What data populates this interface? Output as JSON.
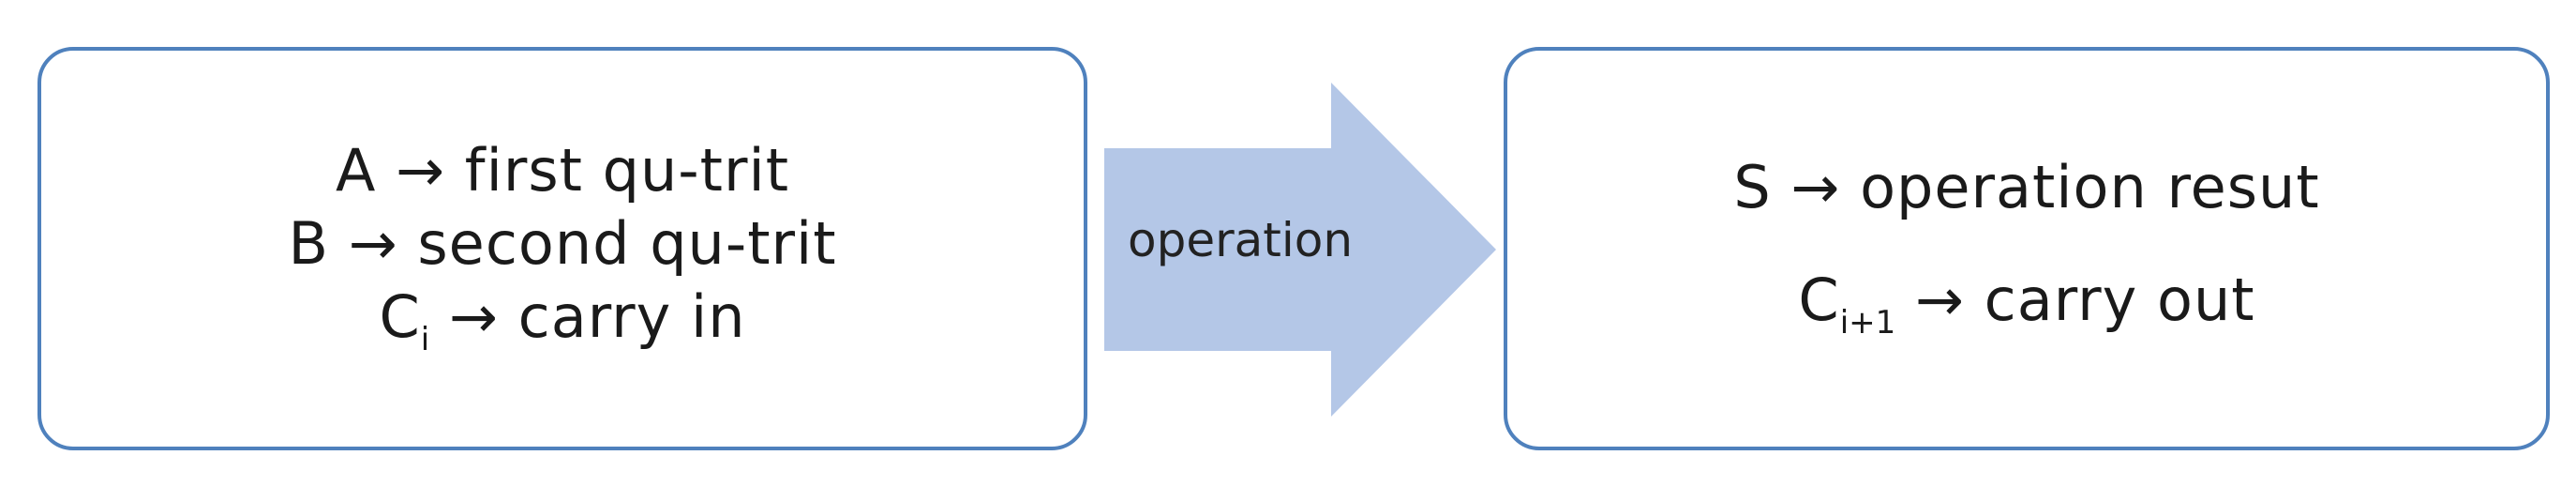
{
  "input_box": {
    "line1": {
      "symbol": "A",
      "arrow": "→",
      "text": "first qu-trit"
    },
    "line2": {
      "symbol": "B",
      "arrow": "→",
      "text": "second qu-trit"
    },
    "line3": {
      "symbol": "C",
      "subscript": "i",
      "arrow": "→",
      "text": "carry in"
    }
  },
  "arrow": {
    "label": "operation"
  },
  "output_box": {
    "line1": {
      "symbol": "S",
      "arrow": "→",
      "text": "operation resut"
    },
    "line2": {
      "symbol": "C",
      "subscript": "i+1",
      "arrow": "→",
      "text": "carry out"
    }
  },
  "colors": {
    "box_border": "#4f81bd",
    "arrow_fill": "#b4c7e7"
  }
}
